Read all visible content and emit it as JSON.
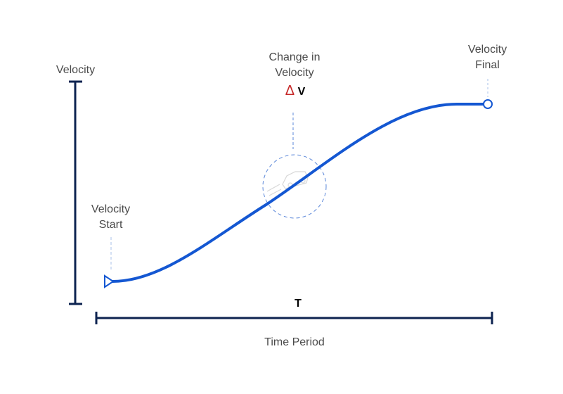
{
  "labels": {
    "velocity_axis": "Velocity",
    "velocity_start": [
      "Velocity",
      "Start"
    ],
    "change_in_velocity": [
      "Change in",
      "Velocity"
    ],
    "delta_symbol": "Δ",
    "delta_v": "V",
    "velocity_final": [
      "Velocity",
      "Final"
    ],
    "t": "T",
    "time_period": "Time Period"
  },
  "colors": {
    "axis": "#0d2350",
    "curve": "#1457d2",
    "delta": "#c62828",
    "text": "#4a4a4a"
  }
}
